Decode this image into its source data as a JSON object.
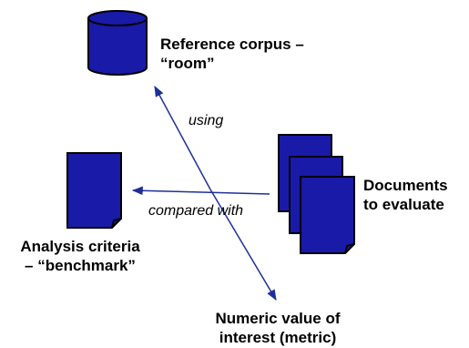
{
  "labels": {
    "reference_corpus": [
      "Reference corpus –",
      "“room”"
    ],
    "documents": [
      "Documents",
      "to evaluate"
    ],
    "analysis": [
      "Analysis criteria",
      "– “benchmark”"
    ],
    "metric": [
      "Numeric value of",
      "interest (metric)"
    ],
    "using": "using",
    "compared_with": "compared with"
  },
  "icons": {
    "reference_corpus": "database-cylinder-icon",
    "documents": "document-stack-icon",
    "analysis": "document-icon"
  },
  "colors": {
    "fill": "#1a1aa8",
    "stroke": "#000000",
    "arrow": "#1f2f99"
  }
}
